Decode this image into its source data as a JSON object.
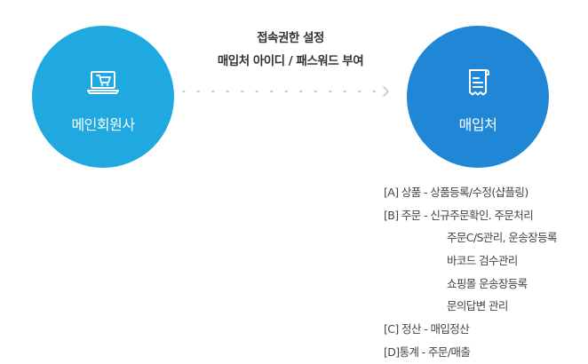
{
  "main_company": {
    "label": "메인회원사",
    "icon": "laptop-cart-icon",
    "color": "#1fa9e0"
  },
  "purchaser": {
    "label": "매입처",
    "icon": "receipt-icon",
    "color": "#1f87d6"
  },
  "connection": {
    "line1": "접속권한 설정",
    "line2": "매입처 아이디 / 패스워드 부여"
  },
  "permissions": [
    "[A] 상품 - 상품등록/수정(샵플링)",
    "[B] 주문 - 신규주문확인. 주문처리",
    "주문C/S관리, 운송장등록",
    "바코드 검수관리",
    "쇼핑몰 운송장등록",
    "문의답변 관리",
    "[C] 정산 - 매입정산",
    "[D]통계 - 주문/매출"
  ]
}
